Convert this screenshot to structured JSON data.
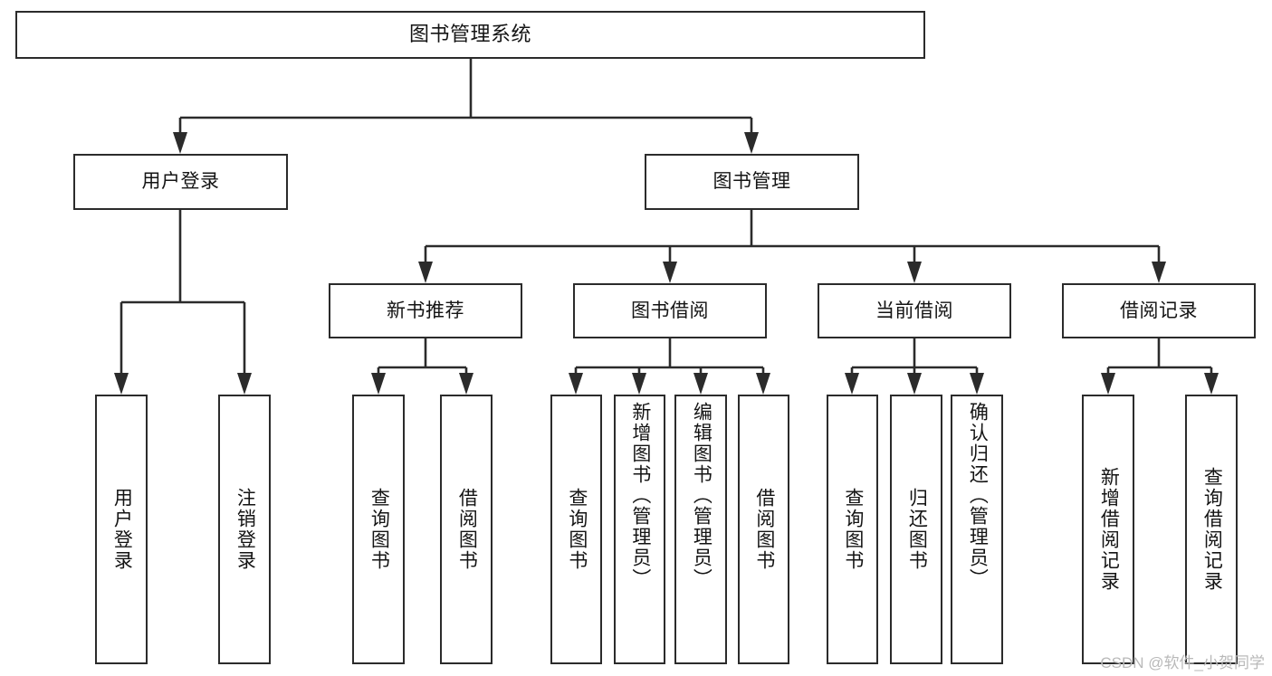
{
  "diagram": {
    "title": "图书管理系统",
    "type": "hierarchy-tree",
    "root": {
      "id": "root",
      "label": "图书管理系统"
    },
    "level1": [
      {
        "id": "user-login",
        "label": "用户登录"
      },
      {
        "id": "book-management",
        "label": "图书管理"
      }
    ],
    "level2": [
      {
        "id": "new-book-recommend",
        "label": "新书推荐",
        "parent": "book-management"
      },
      {
        "id": "book-borrow",
        "label": "图书借阅",
        "parent": "book-management"
      },
      {
        "id": "current-borrow",
        "label": "当前借阅",
        "parent": "book-management"
      },
      {
        "id": "borrow-record",
        "label": "借阅记录",
        "parent": "book-management"
      }
    ],
    "leaves": {
      "user_login": [
        {
          "id": "leaf-user-login",
          "label": "用户登录"
        },
        {
          "id": "leaf-logout",
          "label": "注销登录"
        }
      ],
      "new_book_recommend": [
        {
          "id": "leaf-query-book-1",
          "label": "查询图书"
        },
        {
          "id": "leaf-borrow-book-1",
          "label": "借阅图书"
        }
      ],
      "book_borrow": [
        {
          "id": "leaf-query-book-2",
          "label": "查询图书"
        },
        {
          "id": "leaf-add-book",
          "label": "新增图书（管理员）"
        },
        {
          "id": "leaf-edit-book",
          "label": "编辑图书（管理员）"
        },
        {
          "id": "leaf-borrow-book-2",
          "label": "借阅图书"
        }
      ],
      "current_borrow": [
        {
          "id": "leaf-query-book-3",
          "label": "查询图书"
        },
        {
          "id": "leaf-return-book",
          "label": "归还图书"
        },
        {
          "id": "leaf-confirm-return",
          "label": "确认归还（管理员）"
        }
      ],
      "borrow_record": [
        {
          "id": "leaf-add-record",
          "label": "新增借阅记录"
        },
        {
          "id": "leaf-query-record",
          "label": "查询借阅记录"
        }
      ]
    }
  },
  "watermark": {
    "text": "CSDN @软件_小贺同学"
  },
  "colors": {
    "stroke": "#2b2b2b",
    "box_fill": "#ffffff",
    "text": "#141414",
    "background": "#ffffff",
    "watermark": "#b9b9b9"
  }
}
